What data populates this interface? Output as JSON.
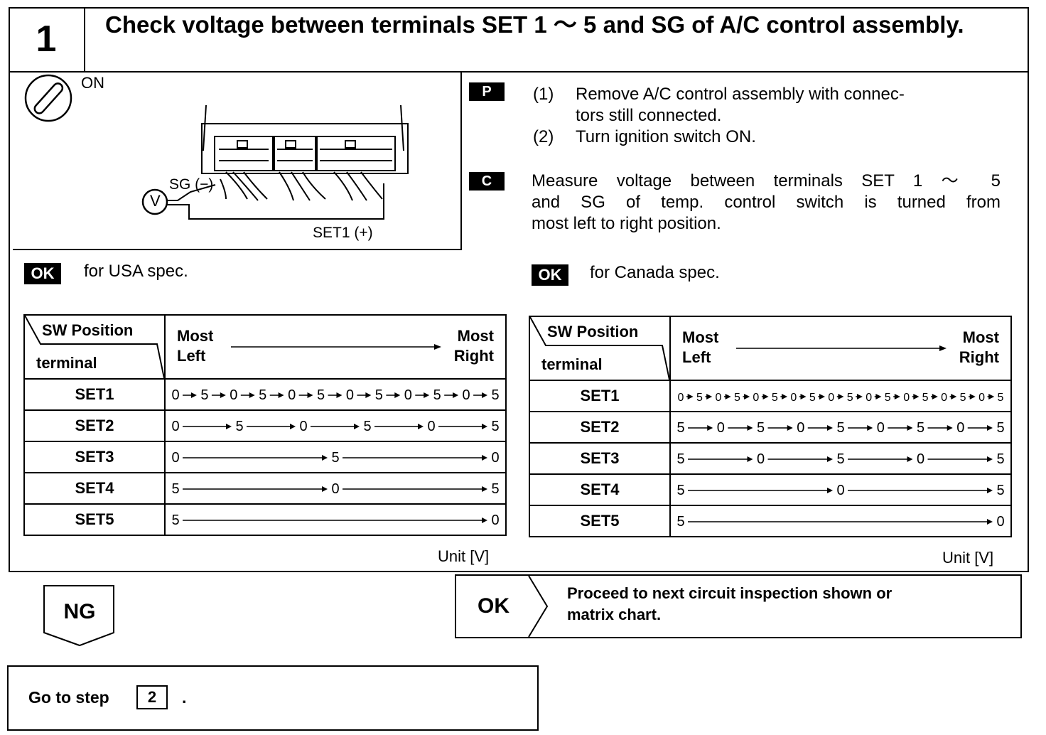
{
  "header": {
    "step_number": "1",
    "title": "Check voltage between terminals SET 1 ～ 5 and SG of A/C control assembly."
  },
  "figure": {
    "switch_label": "ON",
    "voltmeter_symbol": "V",
    "sg_label": "SG (−)",
    "set1_label": "SET1 (+)"
  },
  "procedure": {
    "p_tag": "P",
    "p_steps": [
      {
        "num": "(1)",
        "text": "Remove A/C control assembly with connec-",
        "cont": "tors still connected."
      },
      {
        "num": "(2)",
        "text": "Turn ignition switch ON."
      }
    ],
    "c_tag": "C",
    "c_lines": [
      "Measure voltage between terminals SET 1 ～ 5",
      "and SG of temp. control switch is turned from",
      "most left to right position."
    ]
  },
  "ok_usa": {
    "tag": "OK",
    "label": "for USA spec."
  },
  "ok_canada": {
    "tag": "OK",
    "label": "for Canada spec."
  },
  "table_header": {
    "sw_position": "SW Position",
    "terminal": "terminal",
    "most_left_1": "Most",
    "most_left_2": "Left",
    "most_right_1": "Most",
    "most_right_2": "Right"
  },
  "usa_table": {
    "rows": [
      {
        "terminal": "SET1",
        "values": [
          "0",
          "5",
          "0",
          "5",
          "0",
          "5",
          "0",
          "5",
          "0",
          "5",
          "0",
          "5"
        ]
      },
      {
        "terminal": "SET2",
        "values": [
          "0",
          "5",
          "0",
          "5",
          "0",
          "5"
        ]
      },
      {
        "terminal": "SET3",
        "values": [
          "0",
          "5",
          "0"
        ]
      },
      {
        "terminal": "SET4",
        "values": [
          "5",
          "0",
          "5"
        ]
      },
      {
        "terminal": "SET5",
        "values": [
          "5",
          "0"
        ]
      }
    ],
    "unit": "Unit [V]"
  },
  "canada_table": {
    "rows": [
      {
        "terminal": "SET1",
        "values": [
          "0",
          "5",
          "0",
          "5",
          "0",
          "5",
          "0",
          "5",
          "0",
          "5",
          "0",
          "5",
          "0",
          "5",
          "0",
          "5",
          "0",
          "5"
        ]
      },
      {
        "terminal": "SET2",
        "values": [
          "5",
          "0",
          "5",
          "0",
          "5",
          "0",
          "5",
          "0",
          "5"
        ]
      },
      {
        "terminal": "SET3",
        "values": [
          "5",
          "0",
          "5",
          "0",
          "5"
        ]
      },
      {
        "terminal": "SET4",
        "values": [
          "5",
          "0",
          "5"
        ]
      },
      {
        "terminal": "SET5",
        "values": [
          "5",
          "0"
        ]
      }
    ],
    "unit": "Unit [V]"
  },
  "ng": {
    "label": "NG"
  },
  "ok_result": {
    "label": "OK",
    "text_1": "Proceed to next circuit inspection shown or",
    "text_2": "matrix chart."
  },
  "goto": {
    "text": "Go to step",
    "step": "2",
    "period": "."
  }
}
